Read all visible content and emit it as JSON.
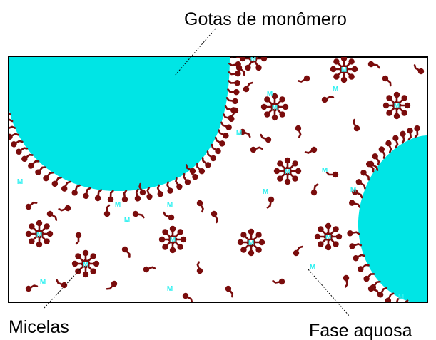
{
  "labels": {
    "gotas": "Gotas de monômero",
    "micelas": "Micelas",
    "fase": "Fase aquosa"
  },
  "monomer_symbol": "M",
  "colors": {
    "droplet": "#00e5e5",
    "surfactant": "#7a0c0c",
    "monomer_text": "#2ef0f0",
    "frame": "#000000"
  }
}
